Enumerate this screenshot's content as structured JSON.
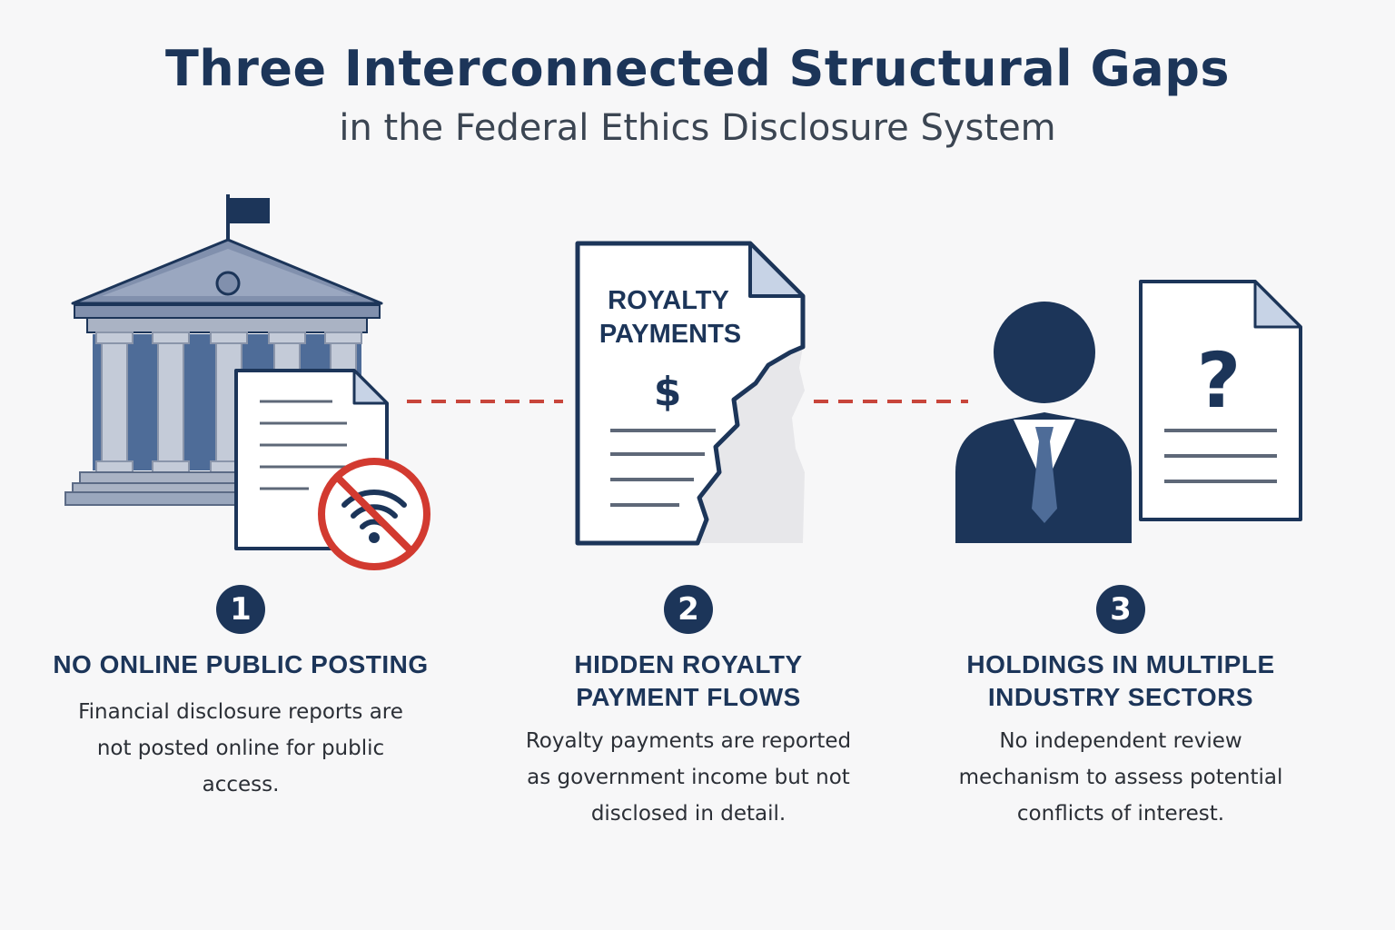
{
  "title": "Three Interconnected Structural Gaps",
  "subtitle": "in the Federal Ethics Disclosure System",
  "colors": {
    "navy": "#1c3559",
    "steel": "#4e6c98",
    "column_gray": "#aab3c4",
    "alert_red": "#d23a30",
    "connector_red": "#c8453b"
  },
  "items": [
    {
      "number": "1",
      "heading_lines": [
        "NO ONLINE PUBLIC POSTING"
      ],
      "description": "Financial disclosure reports are not posted online for public access.",
      "icon": "government-building-with-no-wifi-icon"
    },
    {
      "number": "2",
      "heading_lines": [
        "HIDDEN ROYALTY",
        "PAYMENT FLOWS"
      ],
      "description": "Royalty payments are reported as government income but not disclosed in detail.",
      "icon": "torn-royalty-document-icon",
      "document_label_lines": [
        "ROYALTY",
        "PAYMENTS"
      ],
      "currency_symbol": "$"
    },
    {
      "number": "3",
      "heading_lines": [
        "HOLDINGS IN MULTIPLE",
        "INDUSTRY SECTORS"
      ],
      "description": "No independent review mechanism to assess potential conflicts of interest.",
      "icon": "official-with-question-document-icon",
      "document_symbol": "?"
    }
  ]
}
